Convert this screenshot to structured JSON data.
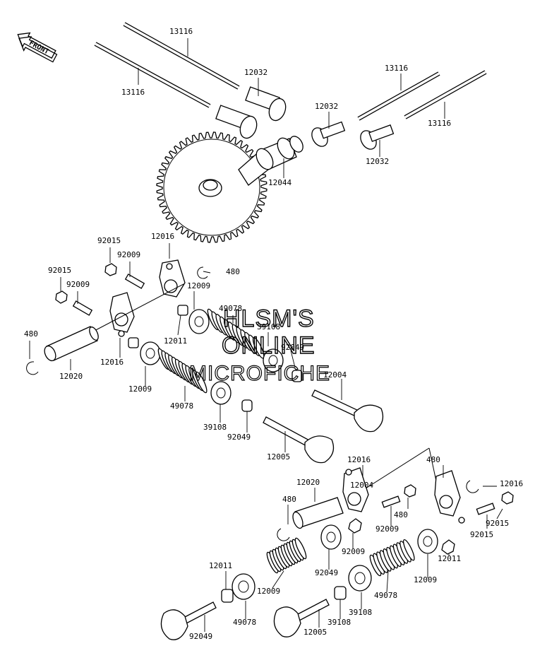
{
  "front_label": "FRONT",
  "watermark": [
    "HLSM'S",
    "ONLINE",
    "MICROFICHE"
  ],
  "part_labels": [
    "13116",
    "12032",
    "13116",
    "12032",
    "13116",
    "13116",
    "12032",
    "12044",
    "92015",
    "12016",
    "92009",
    "92015",
    "92009",
    "480",
    "480",
    "12009",
    "49078",
    "12011",
    "39108",
    "92049",
    "480",
    "12020",
    "12016",
    "12009",
    "49078",
    "39108",
    "92049",
    "12004",
    "12005",
    "12016",
    "12020",
    "480",
    "12016",
    "480",
    "92015",
    "92009",
    "92015",
    "92009",
    "12011",
    "12011",
    "92049",
    "12009",
    "12009",
    "49078",
    "49078",
    "39108",
    "39108",
    "92049",
    "12005",
    "12004"
  ]
}
